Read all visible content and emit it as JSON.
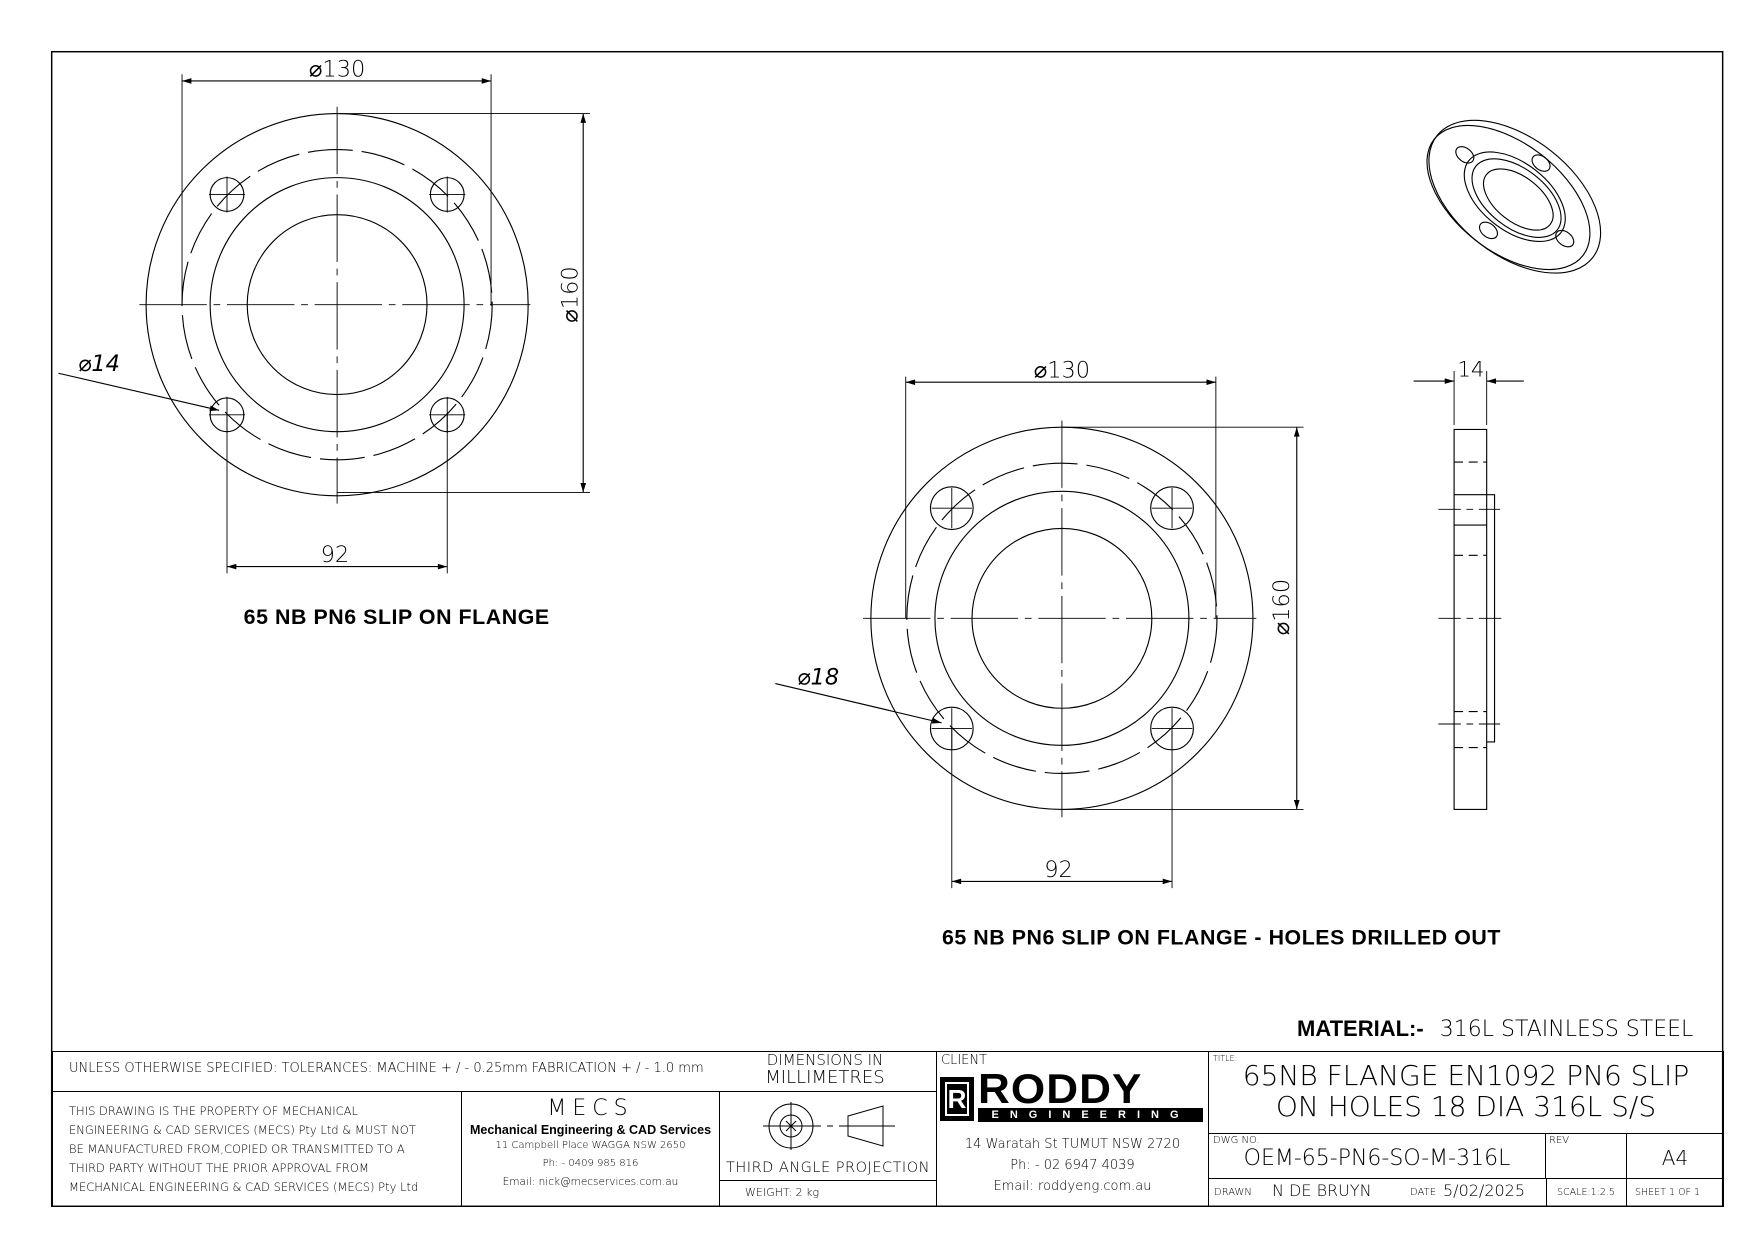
{
  "views": {
    "view1": {
      "caption": "65 NB PN6 SLIP ON FLANGE",
      "dim_pcd": "⌀130",
      "dim_od": "⌀160",
      "dim_hole": "⌀14",
      "dim_centres": "92"
    },
    "view2": {
      "caption": "65 NB PN6 SLIP ON FLANGE - HOLES DRILLED OUT",
      "dim_pcd": "⌀130",
      "dim_od": "⌀160",
      "dim_hole": "⌀18",
      "dim_centres": "92"
    },
    "side": {
      "dim_thickness": "14"
    }
  },
  "material": {
    "label": "MATERIAL:-",
    "value": "316L STAINLESS STEEL"
  },
  "title_block": {
    "tolerances": "UNLESS OTHERWISE SPECIFIED: TOLERANCES: MACHINE + / - 0.25mm  FABRICATION + / - 1.0 mm",
    "dimensions_line1": "DIMENSIONS IN",
    "dimensions_line2": "MILLIMETRES",
    "property_lines": [
      "THIS DRAWING IS THE PROPERTY OF MECHANICAL",
      "ENGINEERING & CAD SERVICES (MECS) Pty Ltd & MUST NOT",
      "BE MANUFACTURED FROM,COPIED OR TRANSMITTED TO A",
      "THIRD PARTY WITHOUT THE PRIOR APPROVAL FROM",
      "MECHANICAL ENGINEERING & CAD SERVICES (MECS) Pty Ltd"
    ],
    "mecs": {
      "logo": "MECS",
      "name": "Mechanical Engineering & CAD Services",
      "address": "11 Campbell Place WAGGA NSW 2650",
      "phone": "Ph: - 0409 985 816",
      "email": "Email: nick@mecservices.com.au"
    },
    "projection": "THIRD ANGLE PROJECTION",
    "weight": "WEIGHT: 2 kg",
    "client": {
      "label": "CLIENT",
      "logo_main": "RODDY",
      "logo_sub": "ENGINEERING",
      "address": "14 Waratah St TUMUT NSW 2720",
      "phone": "Ph: - 02 6947 4039",
      "email": "Email: roddyeng.com.au"
    },
    "title_label": "TITLE:",
    "title_line1": "65NB FLANGE EN1092 PN6 SLIP",
    "title_line2": "ON HOLES 18 DIA 316L S/S",
    "dwg_label": "DWG NO.",
    "dwg_no": "OEM-65-PN6-SO-M-316L",
    "rev_label": "REV",
    "size": "A4",
    "drawn_label": "DRAWN",
    "drawn_by": "N DE BRUYN",
    "date_label": "DATE",
    "date": "5/02/2025",
    "scale": "SCALE:1:2.5",
    "sheet": "SHEET 1 OF 1"
  }
}
